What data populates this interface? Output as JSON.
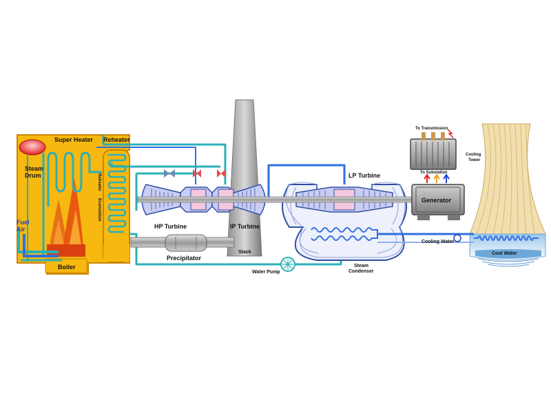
{
  "labels": {
    "super_heater": "Super Heater",
    "reheater": "Reheater",
    "steam_drum_line1": "Steam",
    "steam_drum_line2": "Drum",
    "reheater_vertical": "Reheater",
    "economizer_vertical": "Economizer",
    "fuel": "Fuel",
    "air": "Air",
    "boiler": "Boiler",
    "hp_turbine": "HP Turbine",
    "ip_turbine": "IP Turbine",
    "lp_turbine": "LP Turbine",
    "stack": "Stack",
    "precipitator": "Precipitator",
    "water_pump": "Water Pump",
    "steam_condenser_line1": "Steam",
    "steam_condenser_line2": "Condenser",
    "to_transmission": "To Transmission",
    "to_substation": "To Substation",
    "generator": "Generator",
    "cooling_tower_line1": "Cooling",
    "cooling_tower_line2": "Tower",
    "cooling_water": "Cooling Water",
    "cool_water": "Cool Water"
  },
  "colors": {
    "boiler_fill": "#f7b80f",
    "boiler_stroke": "#c98400",
    "pipe_teal": "#2ab0b8",
    "pipe_blue": "#2f6fe0",
    "turbine_blue": "#c9cdf3",
    "turbine_pink": "#f3c8de",
    "stack_grey": "#a9a9a9",
    "tower_stripe": "#f2dfb0",
    "cool_water": "#6ea8d8",
    "arrow_red": "#e02020",
    "arrow_orange": "#f0a020",
    "arrow_blue": "#2040e0"
  }
}
